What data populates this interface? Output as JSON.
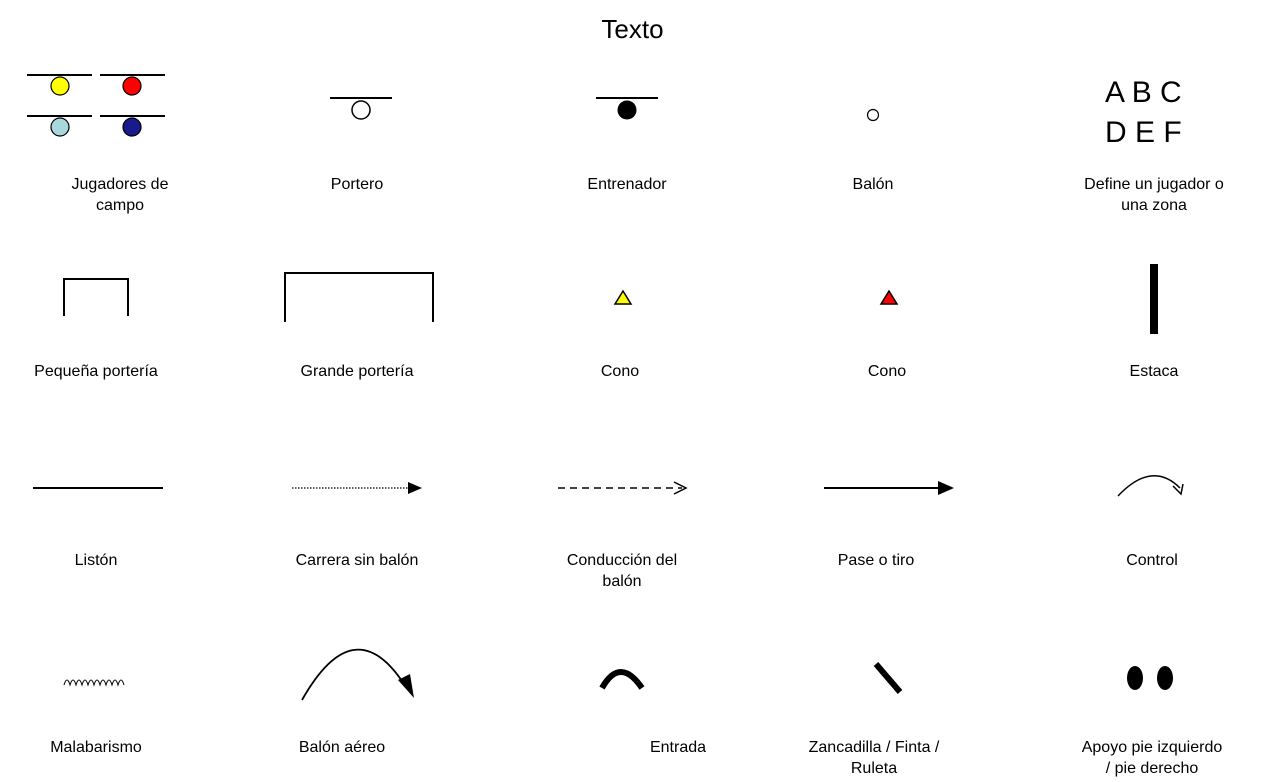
{
  "title": "Texto",
  "legend": [
    {
      "icon": "field-players-icon",
      "label": "Jugadores de\ncampo",
      "colors": [
        "#ffff00",
        "#ff0000",
        "#a8d8dc",
        "#1a1a8c"
      ]
    },
    {
      "icon": "goalkeeper-icon",
      "label": "Portero"
    },
    {
      "icon": "coach-icon",
      "label": "Entrenador"
    },
    {
      "icon": "ball-icon",
      "label": "Balón"
    },
    {
      "icon": "letters-icon",
      "label": "Define un jugador o\nuna zona",
      "letters": [
        "A B C",
        "D E F"
      ]
    },
    {
      "icon": "small-goal-icon",
      "label": "Pequeña portería"
    },
    {
      "icon": "large-goal-icon",
      "label": "Grande portería"
    },
    {
      "icon": "yellow-cone-icon",
      "label": "Cono",
      "color": "#ffff00"
    },
    {
      "icon": "red-cone-icon",
      "label": "Cono",
      "color": "#ff0000"
    },
    {
      "icon": "stake-icon",
      "label": "Estaca"
    },
    {
      "icon": "slat-line-icon",
      "label": "Listón"
    },
    {
      "icon": "dotted-arrow-icon",
      "label": "Carrera sin balón"
    },
    {
      "icon": "dashed-arrow-icon",
      "label": "Conducción del\nbalón"
    },
    {
      "icon": "solid-arrow-icon",
      "label": "Pase o tiro"
    },
    {
      "icon": "curved-arrow-icon",
      "label": "Control"
    },
    {
      "icon": "zigzag-icon",
      "label": "Malabarismo"
    },
    {
      "icon": "lob-arrow-icon",
      "label": "Balón aéreo"
    },
    {
      "icon": "caret-arc-icon",
      "label": "Entrada"
    },
    {
      "icon": "diagonal-stroke-icon",
      "label": "Zancadilla / Finta /\nRuleta"
    },
    {
      "icon": "two-dots-icon",
      "label": "Apoyo pie izquierdo\n/ pie derecho"
    }
  ]
}
